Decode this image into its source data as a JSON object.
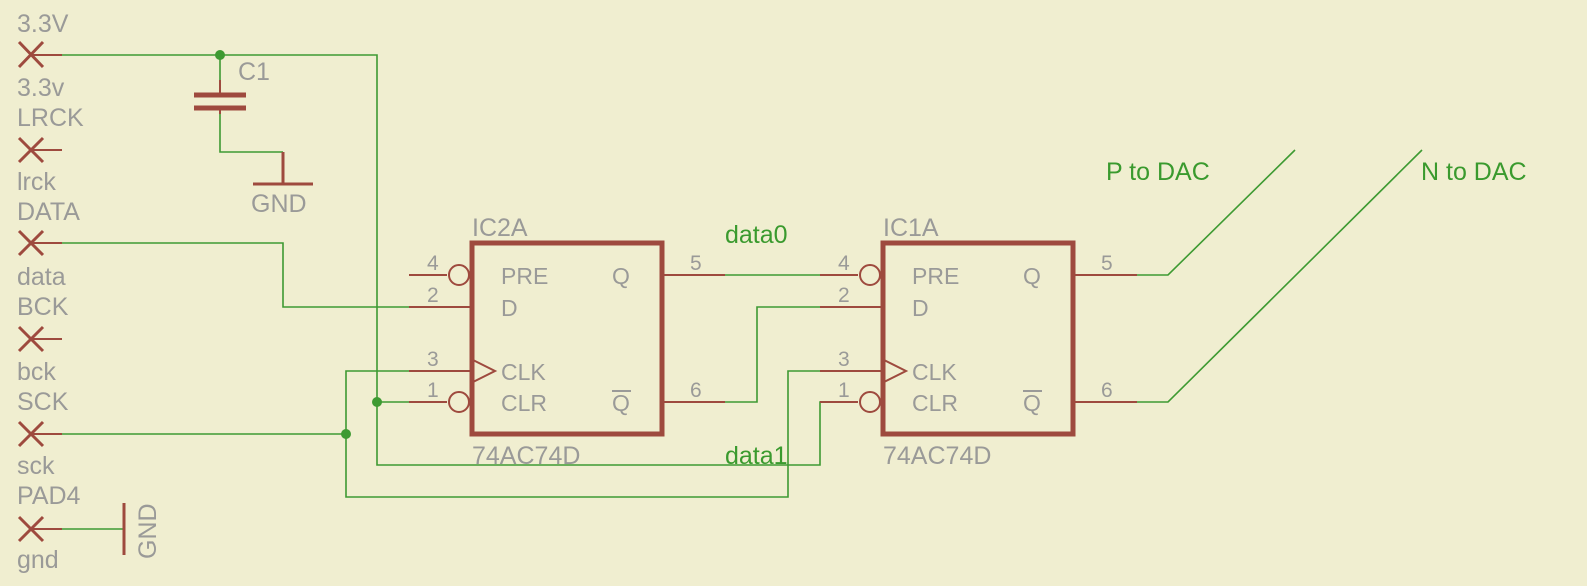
{
  "colors": {
    "background": "#f0eed0",
    "wire": "#3e9a32",
    "part": "#9e4a3e",
    "text": "#9a9a98",
    "net_label": "#3a9a2e"
  },
  "pads": [
    {
      "name": "3.3V",
      "value": "3.3v"
    },
    {
      "name": "LRCK",
      "value": "lrck"
    },
    {
      "name": "DATA",
      "value": "data"
    },
    {
      "name": "BCK",
      "value": "bck"
    },
    {
      "name": "SCK",
      "value": "sck"
    },
    {
      "name": "PAD4",
      "value": "gnd"
    }
  ],
  "capacitor": {
    "name": "C1"
  },
  "gnd_symbols": [
    "GND",
    "GND"
  ],
  "ics": [
    {
      "name": "IC2A",
      "value": "74AC74D",
      "pins": {
        "pre": "PRE",
        "d": "D",
        "clk": "CLK",
        "clr": "CLR",
        "q": "Q",
        "qbar": "Q"
      },
      "numbers": {
        "pre": "4",
        "d": "2",
        "clk": "3",
        "clr": "1",
        "q": "5",
        "qbar": "6"
      }
    },
    {
      "name": "IC1A",
      "value": "74AC74D",
      "pins": {
        "pre": "PRE",
        "d": "D",
        "clk": "CLK",
        "clr": "CLR",
        "q": "Q",
        "qbar": "Q"
      },
      "numbers": {
        "pre": "4",
        "d": "2",
        "clk": "3",
        "clr": "1",
        "q": "5",
        "qbar": "6"
      }
    }
  ],
  "nets": {
    "data0": "data0",
    "data1": "data1",
    "p_out": "P to DAC",
    "n_out": "N to DAC"
  }
}
